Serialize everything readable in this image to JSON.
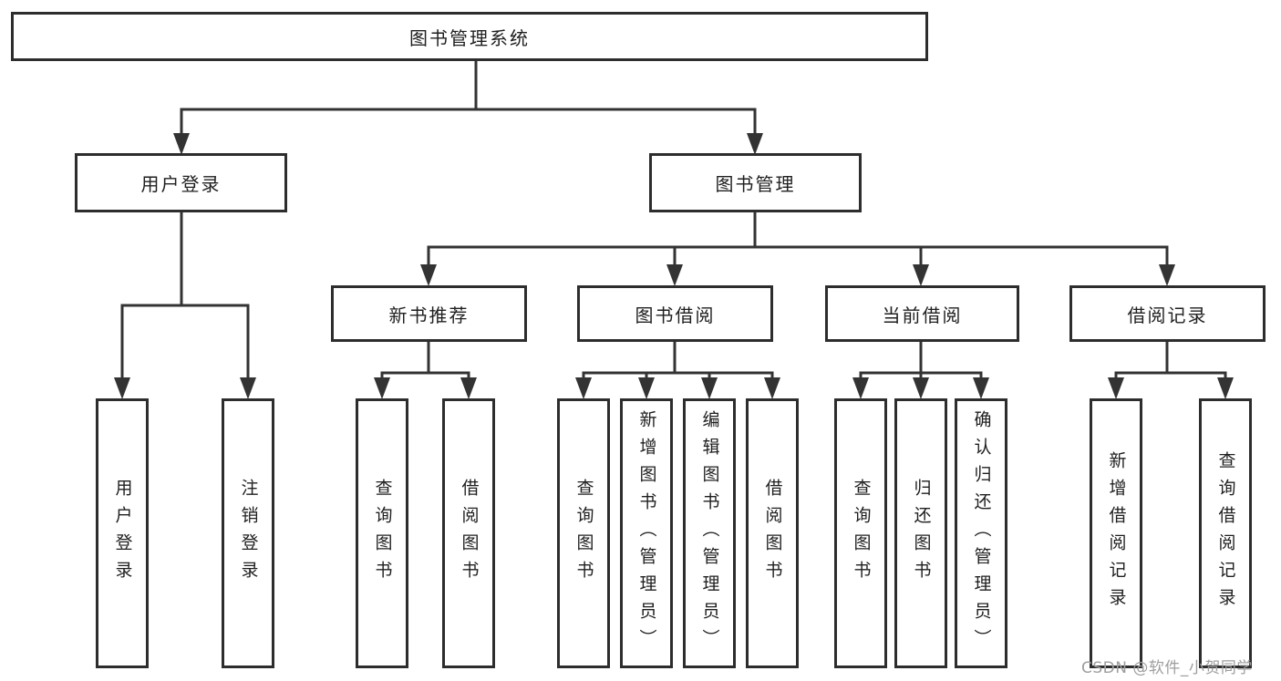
{
  "colors": {
    "line": "#333333",
    "border": "#2d2d2d",
    "text": "#1f1f1f",
    "watermark": "#9e9e9e",
    "background": "#ffffff"
  },
  "watermark": "CSDN @软件_小贺同学",
  "tree": {
    "root": {
      "label": "图书管理系统"
    },
    "level2": [
      {
        "label": "用户登录",
        "children": [
          "用户登录",
          "注销登录"
        ]
      },
      {
        "label": "图书管理"
      }
    ],
    "level3": [
      {
        "label": "新书推荐",
        "children": [
          "查询图书",
          "借阅图书"
        ]
      },
      {
        "label": "图书借阅",
        "children": [
          "查询图书",
          "新增图书（管理员）",
          "编辑图书（管理员）",
          "借阅图书"
        ]
      },
      {
        "label": "当前借阅",
        "children": [
          "查询图书",
          "归还图书",
          "确认归还（管理员）"
        ]
      },
      {
        "label": "借阅记录",
        "children": [
          "新增借阅记录",
          "查询借阅记录"
        ]
      }
    ]
  }
}
